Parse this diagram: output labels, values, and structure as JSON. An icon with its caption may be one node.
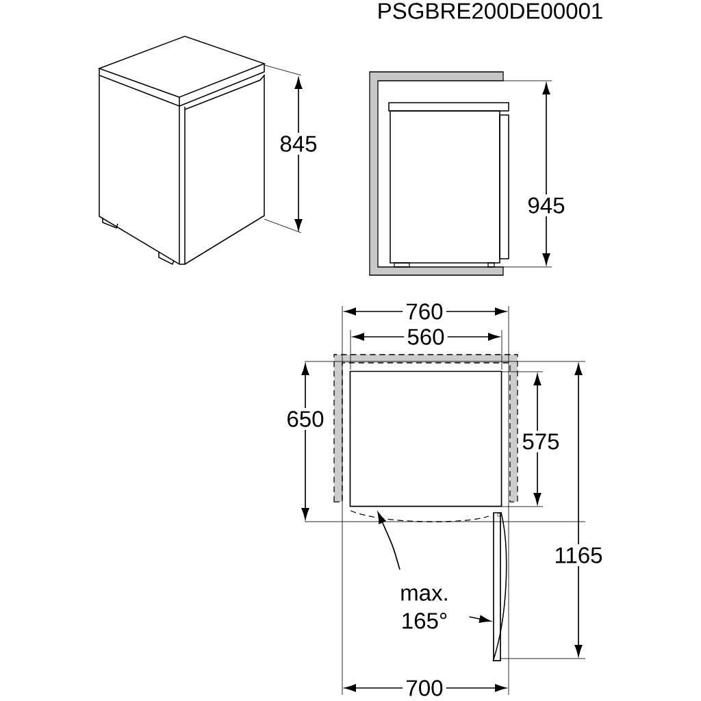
{
  "diagram": {
    "nodes": [
      {
        "text": [
          "max. 165°"
        ]
      },
      {
        "text": [],
        "shape": "box"
      },
      {
        "text": [],
        "shape": "bar"
      }
    ],
    "edges": [
      {
        "from": 0,
        "to": 1,
        "arrow": "to"
      },
      {
        "from": 0,
        "to": 2,
        "arrow": "to"
      }
    ],
    "labels": [
      "PSGBRE200DE00001",
      "845",
      "945",
      "760",
      "560",
      "650",
      "575",
      "1165",
      "700"
    ]
  }
}
